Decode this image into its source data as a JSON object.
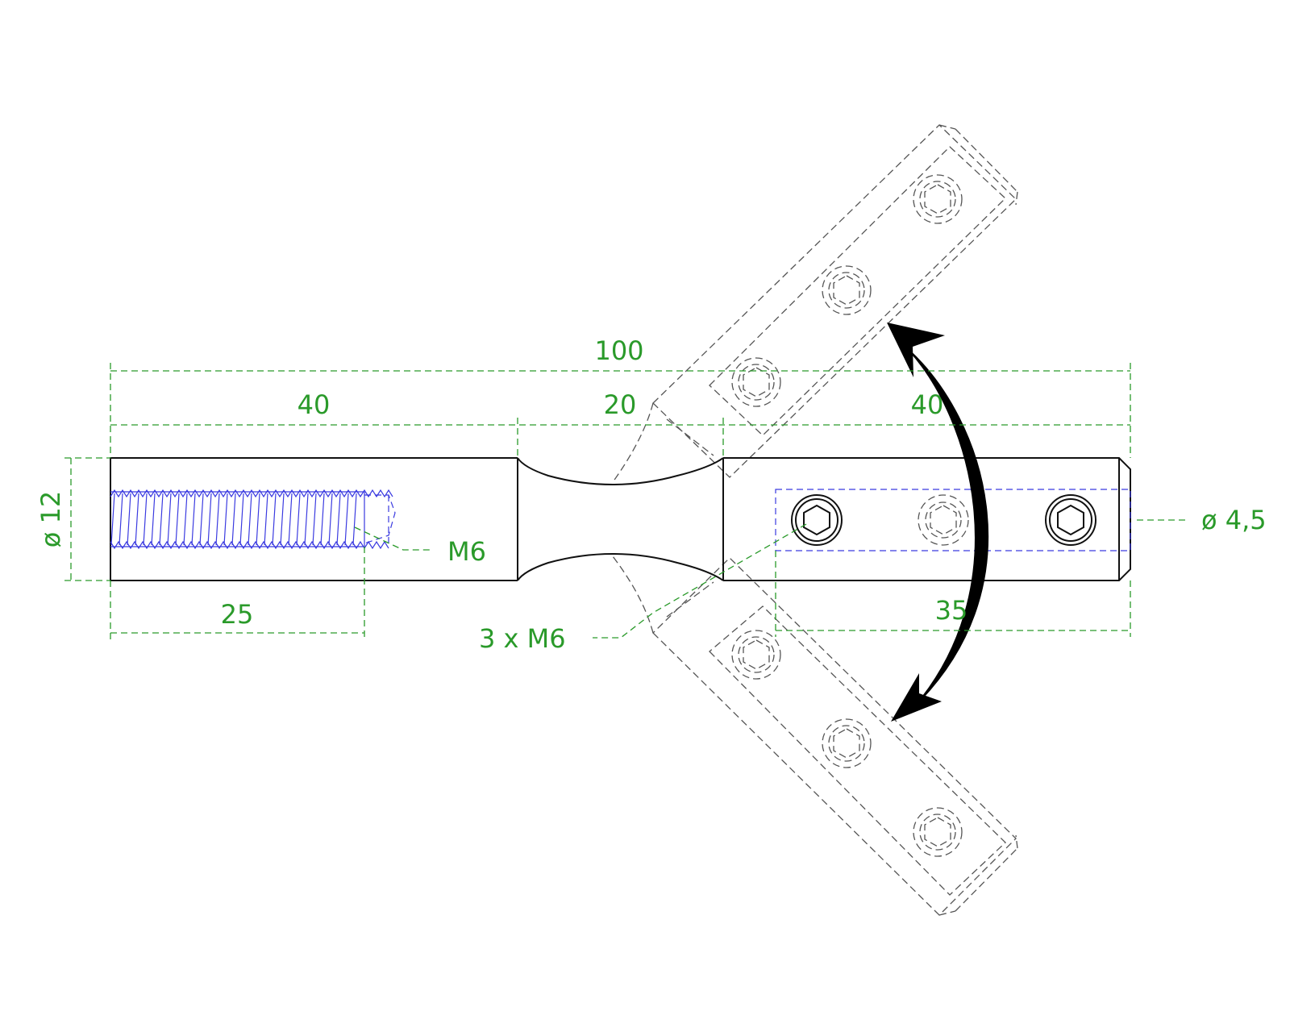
{
  "colors": {
    "dimension": "#2a9a2a",
    "outline": "#111111",
    "hidden": "#555555",
    "thread": "#3a3ae0"
  },
  "dimensions": {
    "overall_length": "100",
    "left_section": "40",
    "middle_section": "20",
    "right_section": "40",
    "diameter": "ø 12",
    "thread_depth": "25",
    "thread_callout": "M6",
    "bolt_callout": "3 x M6",
    "slot_length": "35",
    "hole_diameter": "ø 4,5"
  },
  "icons": {
    "rotation": "double-headed-curved-arrow-icon",
    "socket_screw": "hex-socket-screw-icon"
  }
}
